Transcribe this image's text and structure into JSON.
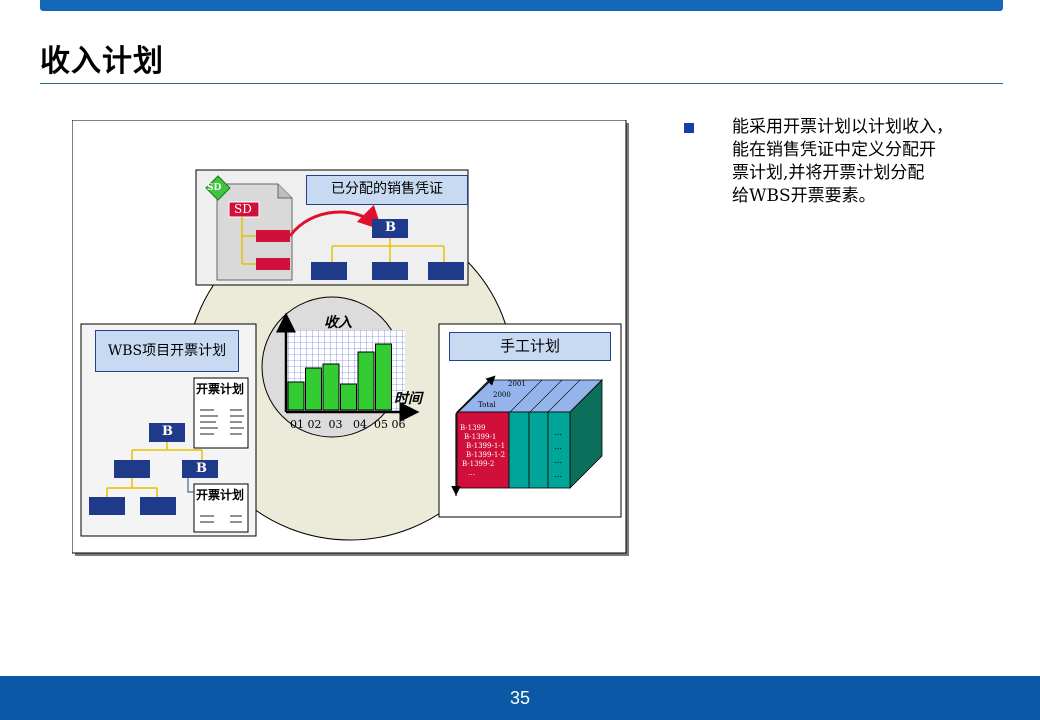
{
  "page": {
    "title": "收入计划",
    "page_number": "35",
    "bullet_lines": [
      "能采用开票计划以计划收入，",
      "能在销售凭证中定义分配开",
      "票计划,并将开票计划分配",
      "给WBS开票要素。"
    ]
  },
  "diagram": {
    "top_panel": {
      "header": "已分配的销售凭证",
      "badge": "SD",
      "doc_badge": "SD",
      "node": "B"
    },
    "left_panel": {
      "header": "WBS项目开票计划",
      "node_top": "B",
      "node_mid": "B",
      "plan_card_1": "开票计划",
      "plan_card_2": "开票计划"
    },
    "right_panel": {
      "header": "手工计划",
      "years": [
        "2001",
        "2000",
        "Total"
      ],
      "rows": [
        "B-1399",
        "B-1399-1",
        "B-1399-1-1",
        "B-1399-1-2",
        "B-1399-2",
        "…"
      ],
      "col_dots": [
        "…",
        "…",
        "…",
        "…"
      ]
    },
    "chart": {
      "ylabel": "收入",
      "xlabel": "时间",
      "ticks": "01 02  03   04  05 06",
      "bars": [
        28,
        42,
        46,
        26,
        58,
        66
      ]
    }
  },
  "colors": {
    "navy": "#27408b",
    "green": "#33cc33",
    "red": "#d0103a",
    "teal": "#00a59a",
    "header_fill": "#c8daf2"
  }
}
